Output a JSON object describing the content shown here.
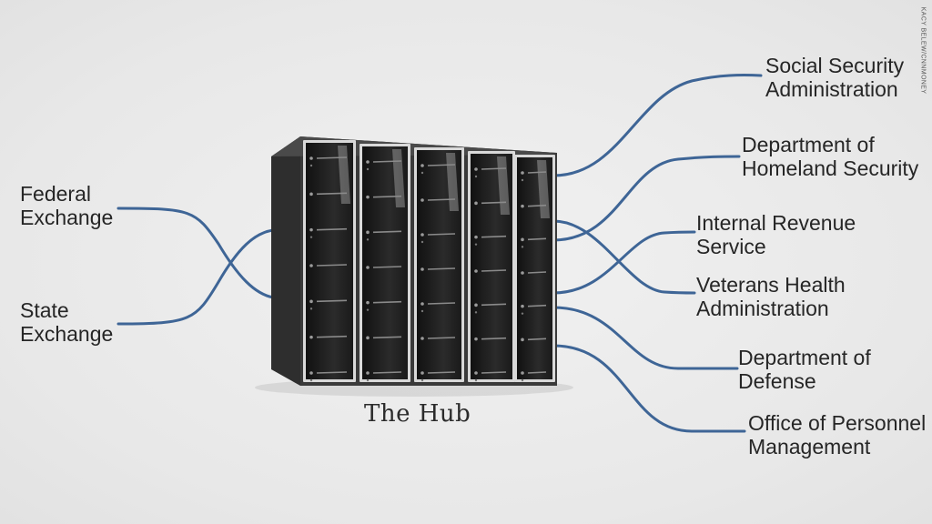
{
  "title": "The Hub",
  "credit": "KACY BELEW/CNNMONEY",
  "colors": {
    "line": "#3e6596",
    "server_dark": "#3a3a3a",
    "background": "#ececec",
    "text": "#262626"
  },
  "sources": [
    {
      "lines": [
        "Federal",
        "Exchange"
      ]
    },
    {
      "lines": [
        "State",
        "Exchange"
      ]
    }
  ],
  "agencies": [
    {
      "lines": [
        "Social Security",
        "Administration"
      ]
    },
    {
      "lines": [
        "Department of",
        "Homeland Security"
      ]
    },
    {
      "lines": [
        "Internal Revenue",
        "Service"
      ]
    },
    {
      "lines": [
        "Veterans Health",
        "Administration"
      ]
    },
    {
      "lines": [
        "Department of",
        "Defense"
      ]
    },
    {
      "lines": [
        "Office of Personnel",
        "Management"
      ]
    }
  ]
}
